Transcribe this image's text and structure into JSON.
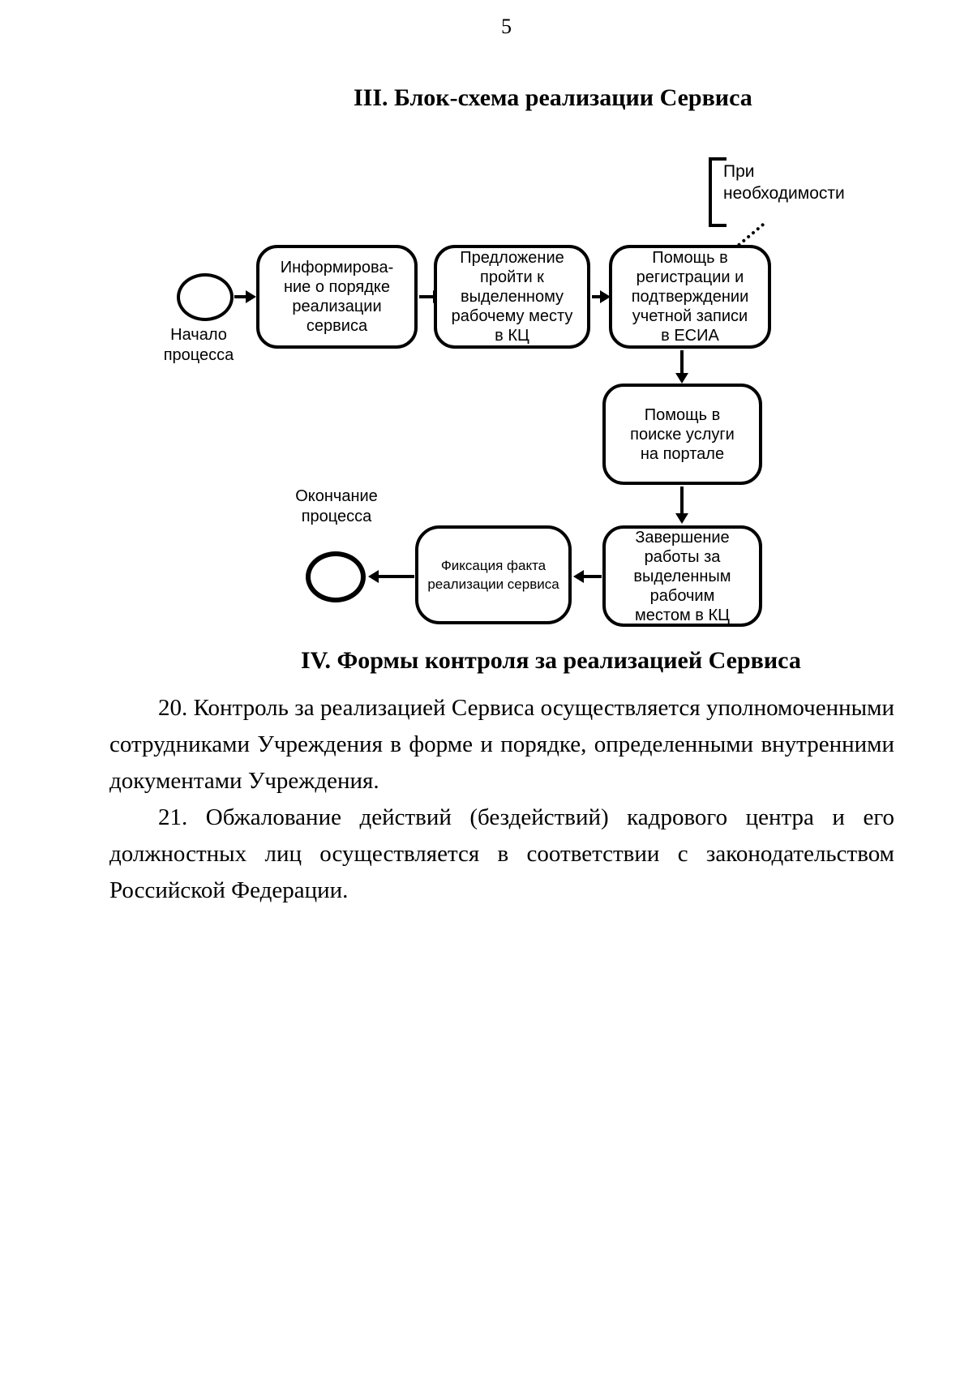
{
  "page": {
    "number": "5",
    "section3_title": "III. Блок-схема реализации Сервиса",
    "section4_title": "IV. Формы контроля за реализацией Сервиса",
    "paragraphs": [
      "20. Контроль за реализацией Сервиса осуществляется уполномоченными сотрудниками Учреждения в форме и порядке, определенными внутренними документами Учреждения.",
      "21. Обжалование действий (бездействий) кадрового центра и его должностных лиц осуществляется в соответствии с законодательством Российской Федерации."
    ]
  },
  "flowchart": {
    "annotation": "При\nнеобходимости",
    "start_label": "Начало\nпроцесса",
    "end_label": "Окончание\nпроцесса",
    "boxes": {
      "inform": "Информирова-\nние о порядке\nреализации\nсервиса",
      "offer": "Предложение\nпройти к\nвыделенному\nрабочему месту\nв КЦ",
      "esia": "Помощь в\nрегистрации и\nподтверждении\nучетной записи\nв ЕСИА",
      "portal": "Помощь в\nпоиске услуги\nна портале",
      "finish": "Завершение\nработы за\nвыделенным\nрабочим\nместом в КЦ",
      "fix": "Фиксация факта\nреализации сервиса"
    },
    "colors": {
      "stroke": "#000000",
      "background": "#ffffff"
    }
  }
}
